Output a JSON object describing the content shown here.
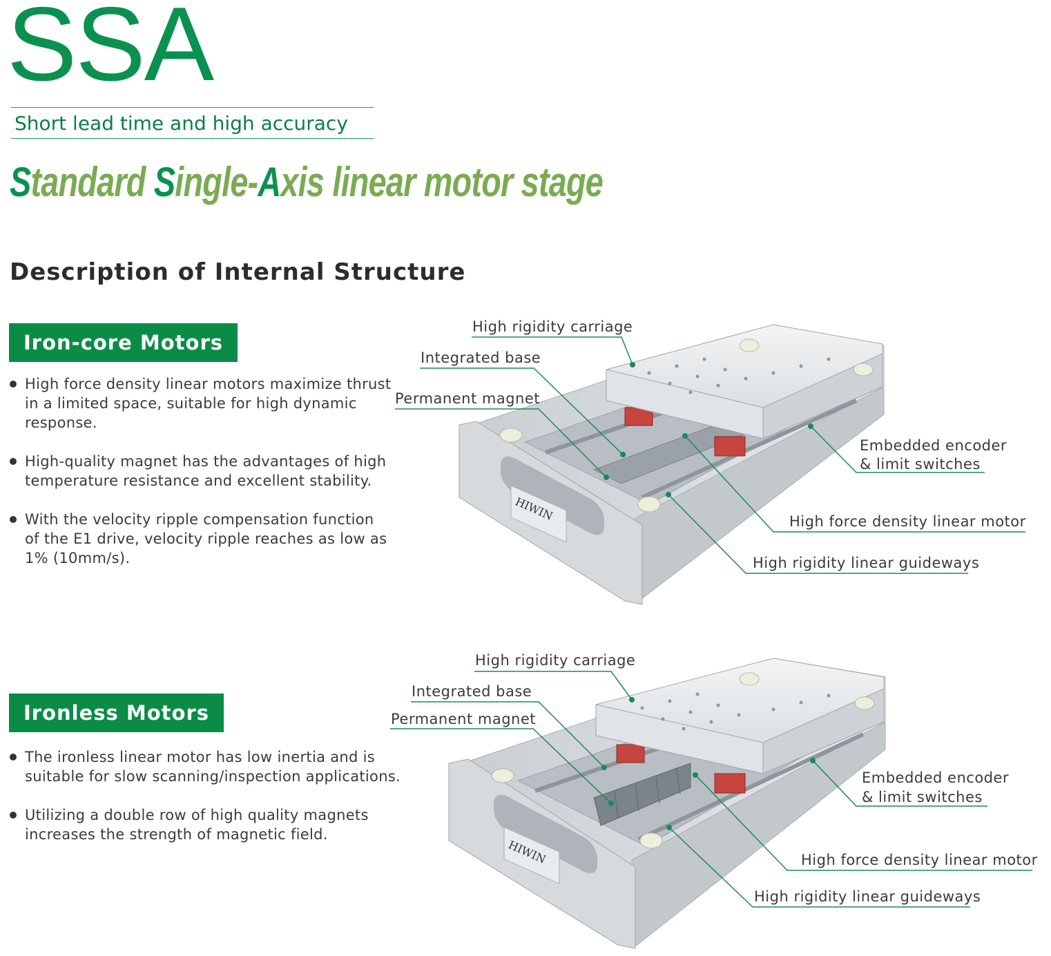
{
  "header": {
    "brand": "SSA",
    "tagline": "Short lead time and high accuracy",
    "subtitle_parts": [
      {
        "text": "S",
        "hl": true
      },
      {
        "text": "tandard ",
        "hl": false
      },
      {
        "text": "S",
        "hl": true
      },
      {
        "text": "ingle-",
        "hl": false
      },
      {
        "text": "A",
        "hl": true
      },
      {
        "text": "xis linear motor stage",
        "hl": false
      }
    ],
    "section_title": "Description of Internal Structure"
  },
  "sections": [
    {
      "badge": "Iron-core Motors",
      "bullets": [
        "High force density linear motors maximize thrust in a limited space, suitable for high dynamic response.",
        "High-quality magnet has the advantages of high temperature resistance and excellent stability.",
        "With the velocity ripple compensation function of the E1 drive, velocity ripple reaches as low as 1% (10mm/s)."
      ],
      "callouts": {
        "carriage": "High rigidity carriage",
        "base": "Integrated base",
        "magnet": "Permanent magnet",
        "encoder_1": "Embedded encoder",
        "encoder_2": "& limit switches",
        "motor": "High force density linear motor",
        "guideways": "High rigidity linear guideways"
      },
      "product_logo": "HIWIN"
    },
    {
      "badge": "Ironless Motors",
      "bullets": [
        "The ironless linear motor has low inertia and is suitable for slow scanning/inspection applications.",
        "Utilizing a double row of high quality magnets increases the strength of magnetic field."
      ],
      "callouts": {
        "carriage": "High rigidity carriage",
        "base": "Integrated base",
        "magnet": "Permanent magnet",
        "encoder_1": "Embedded encoder",
        "encoder_2": "& limit switches",
        "motor": "High force density linear motor",
        "guideways": "High rigidity linear guideways"
      },
      "product_logo": "HIWIN"
    }
  ],
  "colors": {
    "brand_green": "#0a9150",
    "subtitle_green": "#7aab52",
    "badge_green": "#0a8c47",
    "callout_line": "#1a8a5a"
  }
}
